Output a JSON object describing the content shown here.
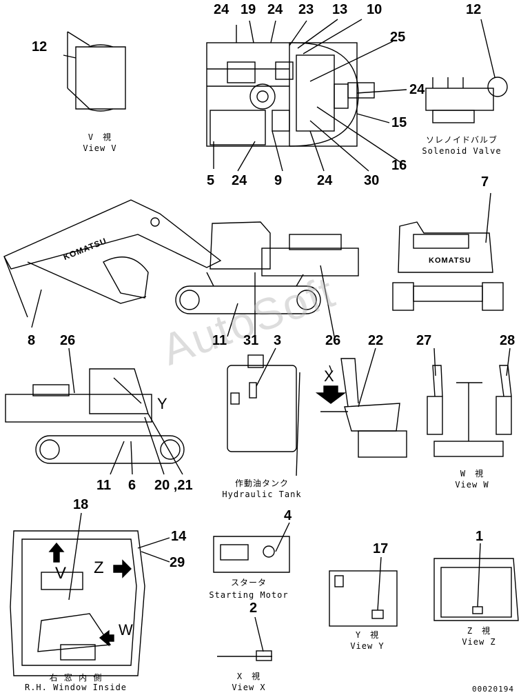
{
  "callouts": {
    "c24a": "24",
    "c19": "19",
    "c24b": "24",
    "c23": "23",
    "c13": "13",
    "c10": "10",
    "c25": "25",
    "c24c": "24",
    "c15": "15",
    "c16": "16",
    "c30": "30",
    "c24d": "24",
    "c9": "9",
    "c24e": "24",
    "c5": "5",
    "c12a": "12",
    "c12b": "12",
    "c7": "7",
    "c8": "8",
    "c11a": "11",
    "c31": "31",
    "c3": "3",
    "c26a": "26",
    "c22": "22",
    "c27": "27",
    "c28": "28",
    "c26b": "26",
    "c11b": "11",
    "c6": "6",
    "c20_21": "20 ,21",
    "c18": "18",
    "c14": "14",
    "c29": "29",
    "c4": "4",
    "c17": "17",
    "c1": "1",
    "c2": "2"
  },
  "captions": {
    "view_v_jp": "V　視",
    "view_v_en": "View V",
    "solenoid_jp": "ソレノイドバルブ",
    "solenoid_en": "Solenoid Valve",
    "tank_jp": "作動油タンク",
    "tank_en": "Hydraulic Tank",
    "view_w_jp": "W　視",
    "view_w_en": "View W",
    "starter_jp": "スタータ",
    "starter_en": "Starting Motor",
    "view_y_jp": "Y　視",
    "view_y_en": "View Y",
    "view_z_jp": "Z　視",
    "view_z_en": "View Z",
    "rh_window_jp": "右 窓 内 側",
    "rh_window_en": "R.H. Window Inside",
    "view_x_jp": "X　視",
    "view_x_en": "View X"
  },
  "view_letters": {
    "x": "X",
    "y": "Y",
    "v": "V",
    "z": "Z",
    "w": "W"
  },
  "brand": {
    "boom_logo": "KOMATSU",
    "rear_logo": "KOMATSU"
  },
  "watermark": "AutoSoft",
  "doc_number": "00020194"
}
